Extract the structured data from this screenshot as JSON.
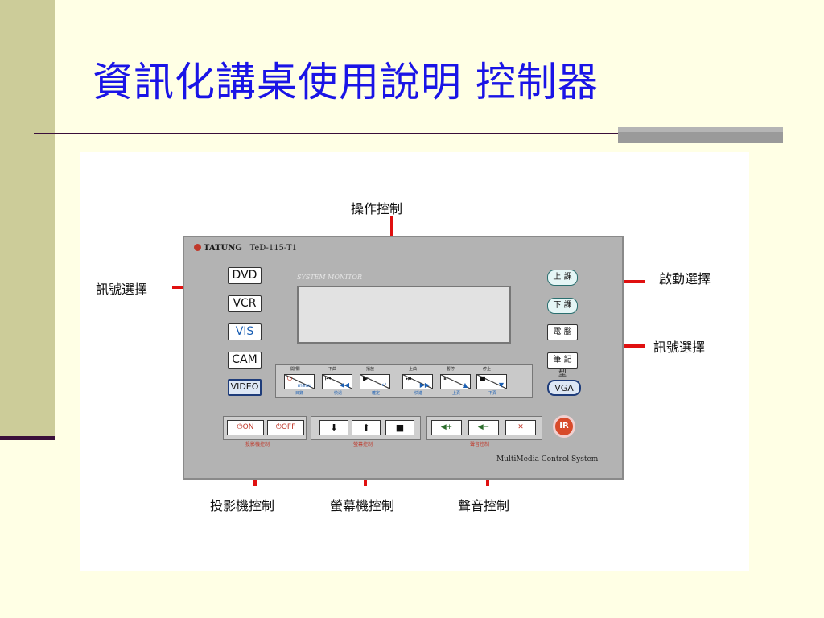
{
  "slide": {
    "title": "資訊化講桌使用說明 控制器"
  },
  "annotations": {
    "operation": "操作控制",
    "signal_left": "訊號選擇",
    "startup": "啟動選擇",
    "signal_right": "訊號選擇",
    "projector": "投影機控制",
    "screen": "螢幕機控制",
    "sound": "聲音控制"
  },
  "panel": {
    "brand": "TATUNG",
    "model": "TeD-115-T1",
    "monitor_title": "SYSTEM MONITOR",
    "footer": "MultiMedia Control System",
    "ir_label": "IR",
    "left_buttons": [
      "DVD",
      "VCR",
      "VIS",
      "CAM",
      "VIDEO"
    ],
    "right_buttons": [
      "上 課",
      "下 課",
      "電 腦",
      "筆 記 型",
      "VGA"
    ],
    "transport": [
      {
        "top": "開/關",
        "icon_a": "⏻",
        "icon_b": "menu",
        "bottom": "目錄"
      },
      {
        "top": "下曲",
        "icon_a": "⏮",
        "icon_b": "◀◀",
        "bottom": "快退"
      },
      {
        "top": "播放",
        "icon_a": "▶",
        "icon_b": "↵",
        "bottom": "確定"
      },
      {
        "top": "上曲",
        "icon_a": "⏭",
        "icon_b": "▶▶",
        "bottom": "快進"
      },
      {
        "top": "暫停",
        "icon_a": "⏸",
        "icon_b": "▲",
        "bottom": "上頁"
      },
      {
        "top": "停止",
        "icon_a": "■",
        "icon_b": "▼",
        "bottom": "下頁"
      }
    ],
    "projector_on": "⏻ON",
    "projector_off": "⏻OFF",
    "projector_label": "投影機控制",
    "screen_down": "⬇",
    "screen_up": "⬆",
    "screen_stop": "■",
    "screen_label": "螢幕控制",
    "vol_up": "◀+",
    "vol_down": "◀−",
    "mute": "✕",
    "sound_label": "聲音控制"
  },
  "colors": {
    "background": "#FFFFE5",
    "sidebar": "#CCCC99",
    "title": "#1A14E6",
    "arrow": "#E01010",
    "panel": "#B3B3B3"
  }
}
